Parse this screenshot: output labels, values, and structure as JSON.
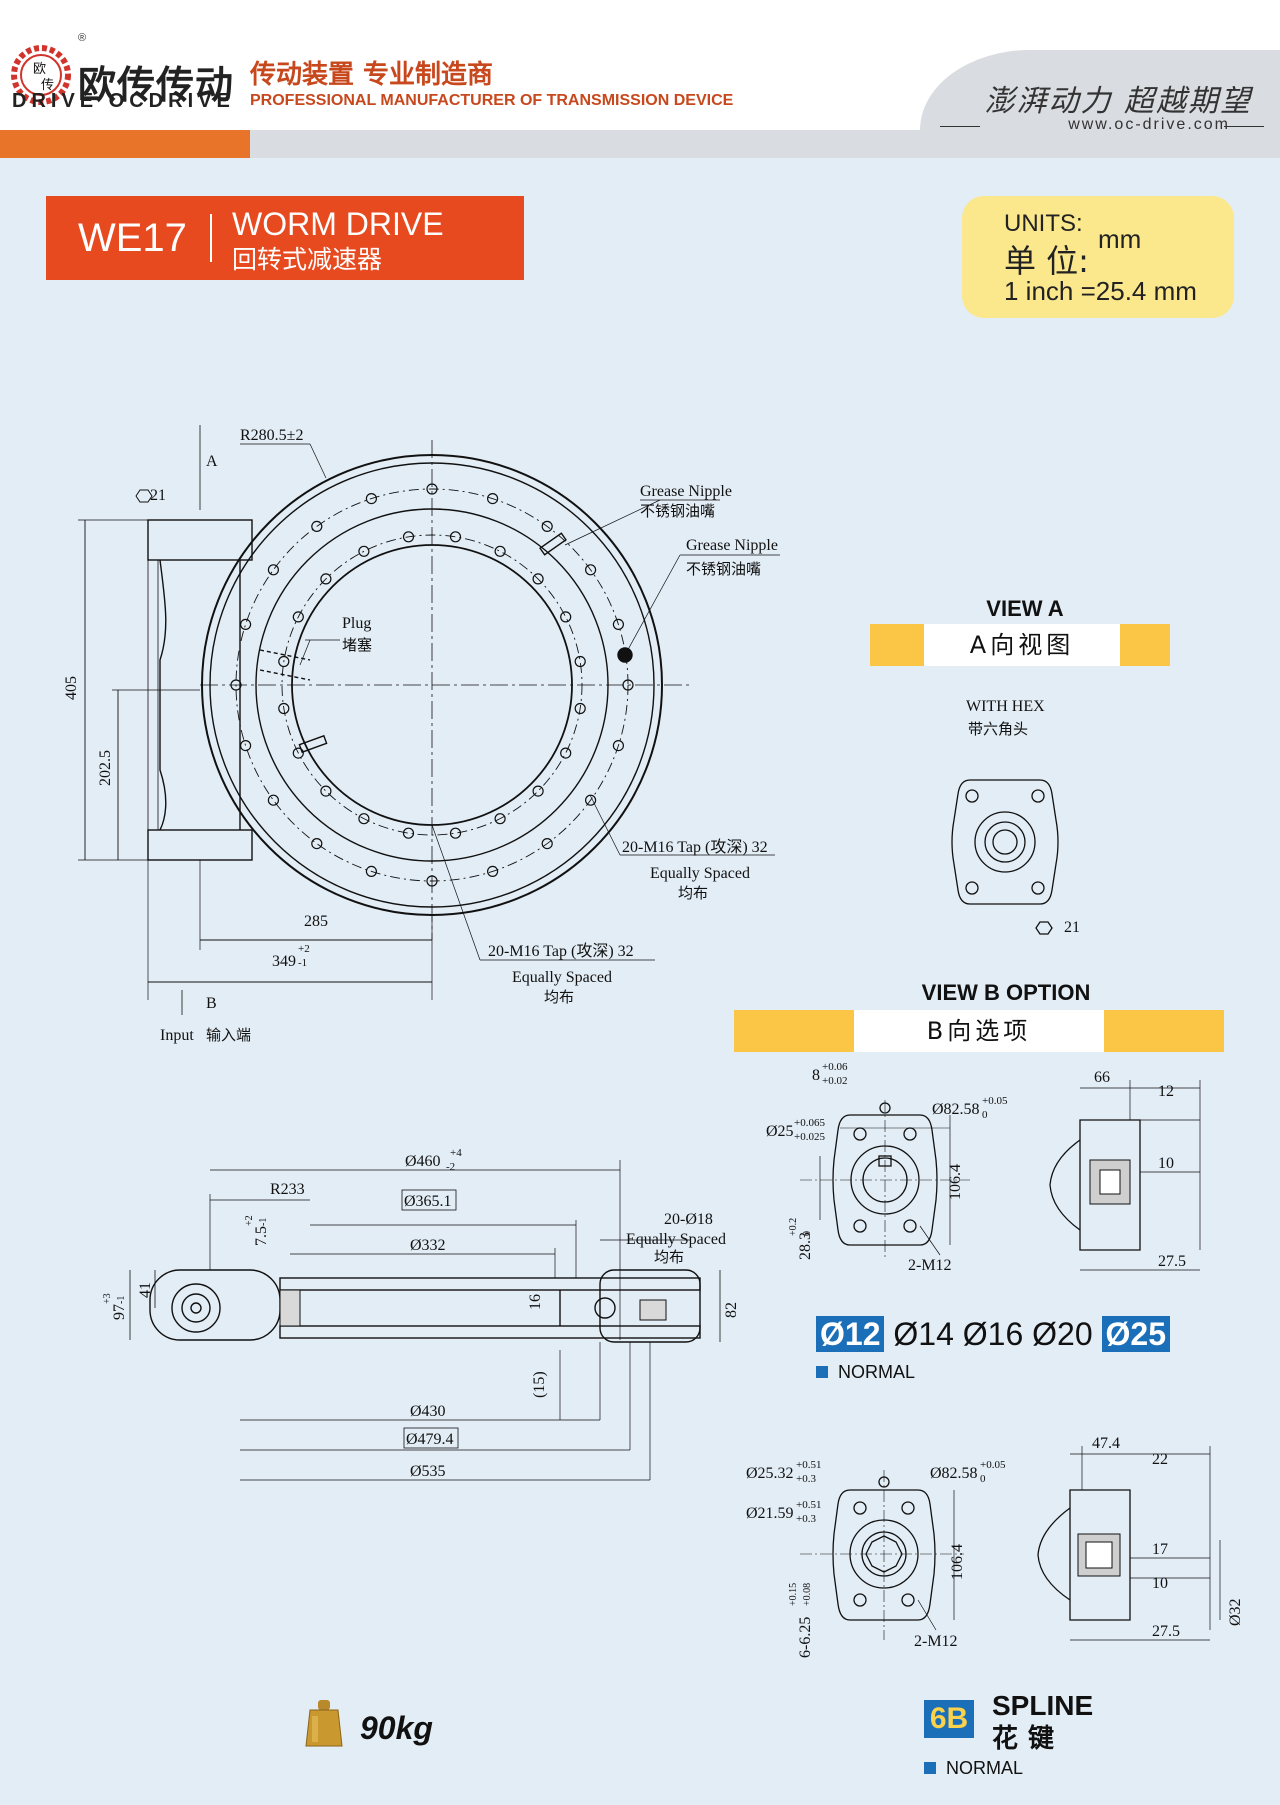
{
  "header": {
    "registered_mark": "®",
    "logo_char_top": "欧",
    "logo_char_bottom": "传",
    "brand_cn": "欧传传动",
    "brand_en": "DRIVE  OCDRIVE",
    "slogan_cn": "传动装置 专业制造商",
    "slogan_en": "PROFESSIONAL MANUFACTURER OF TRANSMISSION DEVICE",
    "motto": "澎湃动力 超越期望",
    "website": "www.oc-drive.com"
  },
  "title": {
    "model": "WE17",
    "name_en": "WORM DRIVE",
    "name_cn": "回转式减速器"
  },
  "units": {
    "label": "UNITS:",
    "label_cn": "单 位:",
    "value": "mm",
    "conversion": "1 inch =25.4 mm"
  },
  "main_drawing": {
    "radius": "R280.5±2",
    "section_a": "A",
    "section_b": "B",
    "hex_size": "21",
    "grease_nipple_en_1": "Grease Nipple",
    "grease_nipple_cn_1": "不锈钢油嘴",
    "grease_nipple_en_2": "Grease Nipple",
    "grease_nipple_cn_2": "不锈钢油嘴",
    "plug_en": "Plug",
    "plug_cn": "堵塞",
    "height_total": "405",
    "height_half": "202.5",
    "dim_285": "285",
    "dim_349": "349",
    "dim_349_tol": "+2",
    "dim_349_tol_low": "-1",
    "tap_1": "20-M16  Tap (攻深) 32",
    "equal_1": "Equally Spaced",
    "equal_cn_1": "均布",
    "tap_2": "20-M16  Tap (攻深) 32",
    "equal_2": "Equally Spaced",
    "equal_cn_2": "均布",
    "input_en": "Input",
    "input_cn": "输入端"
  },
  "section_drawing": {
    "d460": "Ø460",
    "d460_tol_up": "+4",
    "d460_tol_low": "-2",
    "r233": "R233",
    "d365": "Ø365.1",
    "d332": "Ø332",
    "holes": "20-Ø18",
    "equal": "Equally Spaced",
    "equal_cn": "均布",
    "dim_7_5": "7.5",
    "dim_7_5_tol": "+2",
    "dim_7_5_tol_low": "-1",
    "dim_97": "97",
    "dim_97_tol": "+3",
    "dim_97_tol_low": "-1",
    "dim_41": "41",
    "dim_16": "16",
    "dim_82": "82",
    "dim_15": "(15)",
    "d430": "Ø430",
    "d479": "Ø479.4",
    "d535": "Ø535"
  },
  "view_a": {
    "title": "VIEW A",
    "subtitle": "A向视图",
    "hex_en": "WITH HEX",
    "hex_cn": "带六角头",
    "hex_size": "21"
  },
  "view_b": {
    "title": "VIEW B OPTION",
    "subtitle": "B向选项",
    "keyway_w": "8",
    "keyway_w_tol_up": "+0.06",
    "keyway_w_tol_low": "+0.02",
    "bore": "Ø25",
    "bore_tol_up": "+0.065",
    "bore_tol_low": "+0.025",
    "pilot": "Ø82.58",
    "pilot_tol_up": "+0.05",
    "pilot_tol_low": "0",
    "dim_106": "106.4",
    "dim_28": "28.3",
    "dim_28_tol_up": "+0.2",
    "dim_28_tol_low": "0",
    "bolts": "2-M12",
    "dim_66": "66",
    "dim_12": "12",
    "dim_10": "10",
    "dim_27_5": "27.5"
  },
  "shaft_options": {
    "sizes": [
      "Ø12",
      "Ø14",
      "Ø16",
      "Ø20",
      "Ø25"
    ],
    "normal_label": "NORMAL"
  },
  "spline": {
    "major": "Ø25.32",
    "major_tol_up": "+0.51",
    "major_tol_low": "+0.3",
    "minor": "Ø21.59",
    "minor_tol_up": "+0.51",
    "minor_tol_low": "+0.3",
    "pilot": "Ø82.58",
    "pilot_tol_up": "+0.05",
    "pilot_tol_low": "0",
    "dim_106": "106.4",
    "dim_6": "6-6.25",
    "dim_6_tol_up": "+0.15",
    "dim_6_tol_low": "+0.08",
    "bolts": "2-M12",
    "dim_47": "47.4",
    "dim_22": "22",
    "dim_17": "17",
    "dim_10": "10",
    "dim_27_5": "27.5",
    "dim_32": "Ø32",
    "badge": "6B",
    "name_en": "SPLINE",
    "name_cn": "花键",
    "normal_label": "NORMAL"
  },
  "weight": "90kg"
}
